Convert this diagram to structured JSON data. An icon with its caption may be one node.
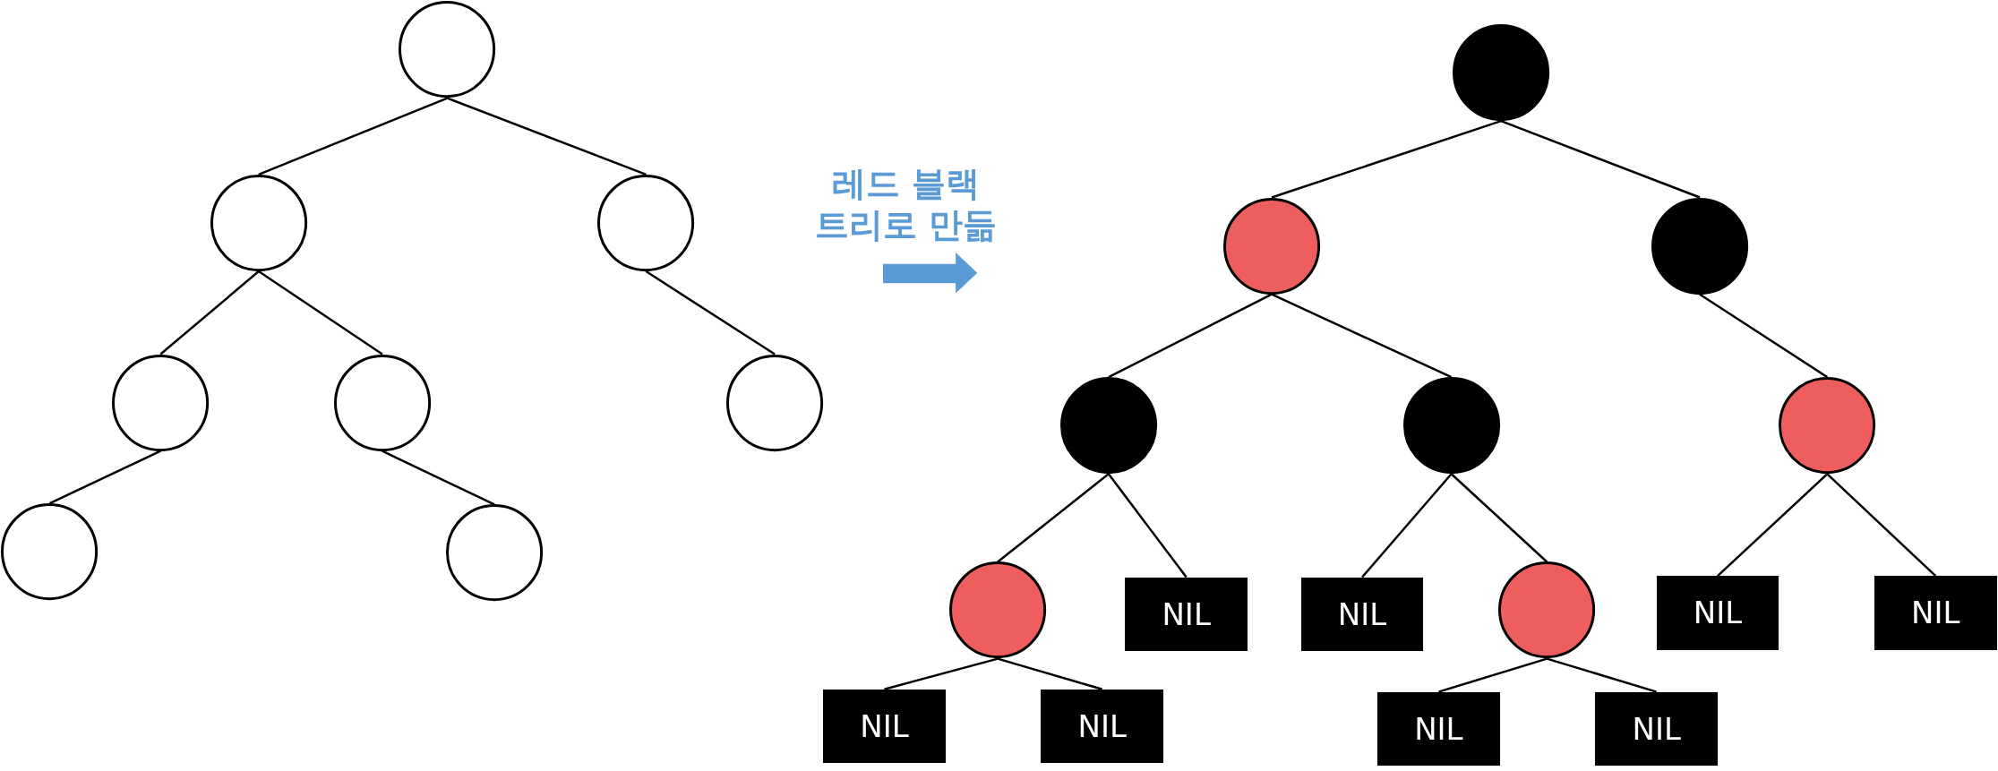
{
  "diagram": {
    "nodes": [
      {
        "text": [],
        "shape": "circle"
      },
      {
        "text": [],
        "shape": "circle"
      },
      {
        "text": [],
        "shape": "circle"
      },
      {
        "text": [],
        "shape": "circle"
      },
      {
        "text": [],
        "shape": "circle"
      },
      {
        "text": [],
        "shape": "circle"
      },
      {
        "text": [],
        "shape": "circle"
      },
      {
        "text": [],
        "shape": "circle"
      },
      {
        "text": [],
        "shape": "circle"
      },
      {
        "text": [],
        "shape": "circle"
      },
      {
        "text": [],
        "shape": "circle"
      },
      {
        "text": [],
        "shape": "circle"
      },
      {
        "text": [],
        "shape": "circle"
      },
      {
        "text": [],
        "shape": "circle"
      },
      {
        "text": [],
        "shape": "circle"
      },
      {
        "text": [
          "NIL"
        ]
      },
      {
        "text": [
          "NIL"
        ]
      },
      {
        "text": [],
        "shape": "circle"
      },
      {
        "text": [
          "NIL"
        ]
      },
      {
        "text": [
          "NIL"
        ]
      },
      {
        "text": [
          "NIL"
        ]
      },
      {
        "text": [
          "NIL"
        ]
      },
      {
        "text": [
          "NIL"
        ]
      },
      {
        "text": [
          "NIL"
        ]
      }
    ],
    "edges": [
      {
        "from": 0,
        "to": 1,
        "arrow": "none"
      },
      {
        "from": 0,
        "to": 2,
        "arrow": "none"
      },
      {
        "from": 1,
        "to": 3,
        "arrow": "none"
      },
      {
        "from": 1,
        "to": 4,
        "arrow": "none"
      },
      {
        "from": 2,
        "to": 5,
        "arrow": "none"
      },
      {
        "from": 3,
        "to": 6,
        "arrow": "none"
      },
      {
        "from": 4,
        "to": 7,
        "arrow": "none"
      },
      {
        "from": 8,
        "to": 9,
        "arrow": "none"
      },
      {
        "from": 8,
        "to": 10,
        "arrow": "none"
      },
      {
        "from": 9,
        "to": 11,
        "arrow": "none"
      },
      {
        "from": 9,
        "to": 12,
        "arrow": "none"
      },
      {
        "from": 10,
        "to": 13,
        "arrow": "none"
      },
      {
        "from": 11,
        "to": 14,
        "arrow": "none"
      },
      {
        "from": 11,
        "to": 15,
        "arrow": "none"
      },
      {
        "from": 12,
        "to": 16,
        "arrow": "none"
      },
      {
        "from": 12,
        "to": 17,
        "arrow": "none"
      },
      {
        "from": 13,
        "to": 18,
        "arrow": "none"
      },
      {
        "from": 13,
        "to": 19,
        "arrow": "none"
      },
      {
        "from": 14,
        "to": 20,
        "arrow": "none"
      },
      {
        "from": 14,
        "to": 21,
        "arrow": "none"
      },
      {
        "from": 17,
        "to": 22,
        "arrow": "none"
      },
      {
        "from": 17,
        "to": 23,
        "arrow": "none"
      }
    ],
    "labels": [
      "레드 블랙 트리로 만듦"
    ]
  }
}
